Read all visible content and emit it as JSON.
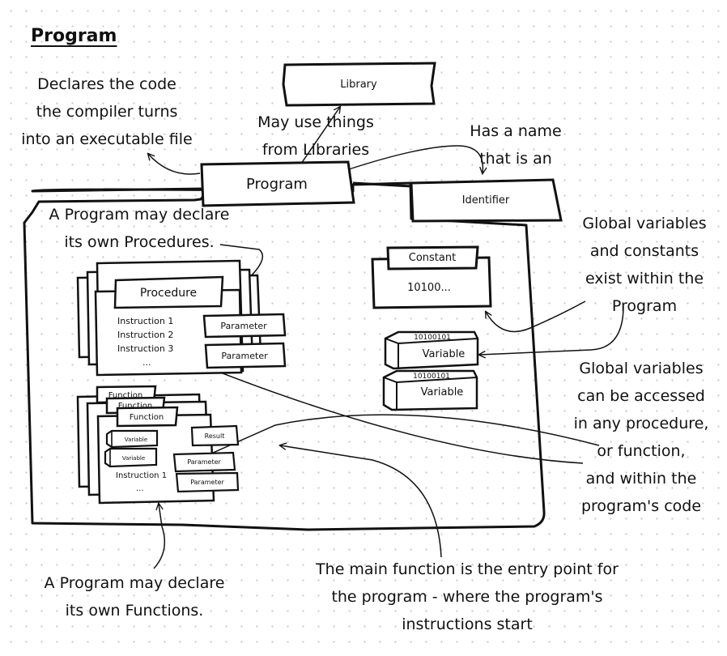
{
  "title": "Program",
  "annotations": {
    "declares_code": [
      "Declares the code",
      "the compiler turns",
      "into an executable file"
    ],
    "may_use": [
      "May use things",
      "from Libraries"
    ],
    "has_name": [
      "Has a name",
      "that is an"
    ],
    "own_procedures": [
      "A Program may declare",
      "its own Procedures."
    ],
    "globals_exist": [
      "Global variables",
      "and constants",
      "exist within the",
      "Program"
    ],
    "globals_access": [
      "Global variables",
      "can be accessed",
      "in any procedure,",
      "or function,",
      "and within the",
      "program's code"
    ],
    "own_functions": [
      "A Program may declare",
      "its own Functions."
    ],
    "main_function": [
      "The main function is the entry point for",
      "the program - where the program's",
      "instructions start"
    ]
  },
  "nodes": {
    "library": "Library",
    "program": "Program",
    "identifier": "Identifier",
    "constant": "Constant",
    "constant_value": "10100...",
    "variable_1": "Variable",
    "variable_2": "Variable",
    "variable_binary": "10100101",
    "procedure": "Procedure",
    "procedure_instructions": [
      "Instruction 1",
      "Instruction 2",
      "Instruction 3",
      "..."
    ],
    "procedure_param_1": "Parameter",
    "procedure_param_2": "Parameter",
    "function_stack": [
      "Function",
      "Function",
      "Function"
    ],
    "function_local_1": "Variable",
    "function_local_2": "Variable",
    "function_result": "Result",
    "function_param_1": "Parameter",
    "function_param_2": "Parameter",
    "function_instruction": "Instruction 1",
    "function_ellipsis": "..."
  }
}
